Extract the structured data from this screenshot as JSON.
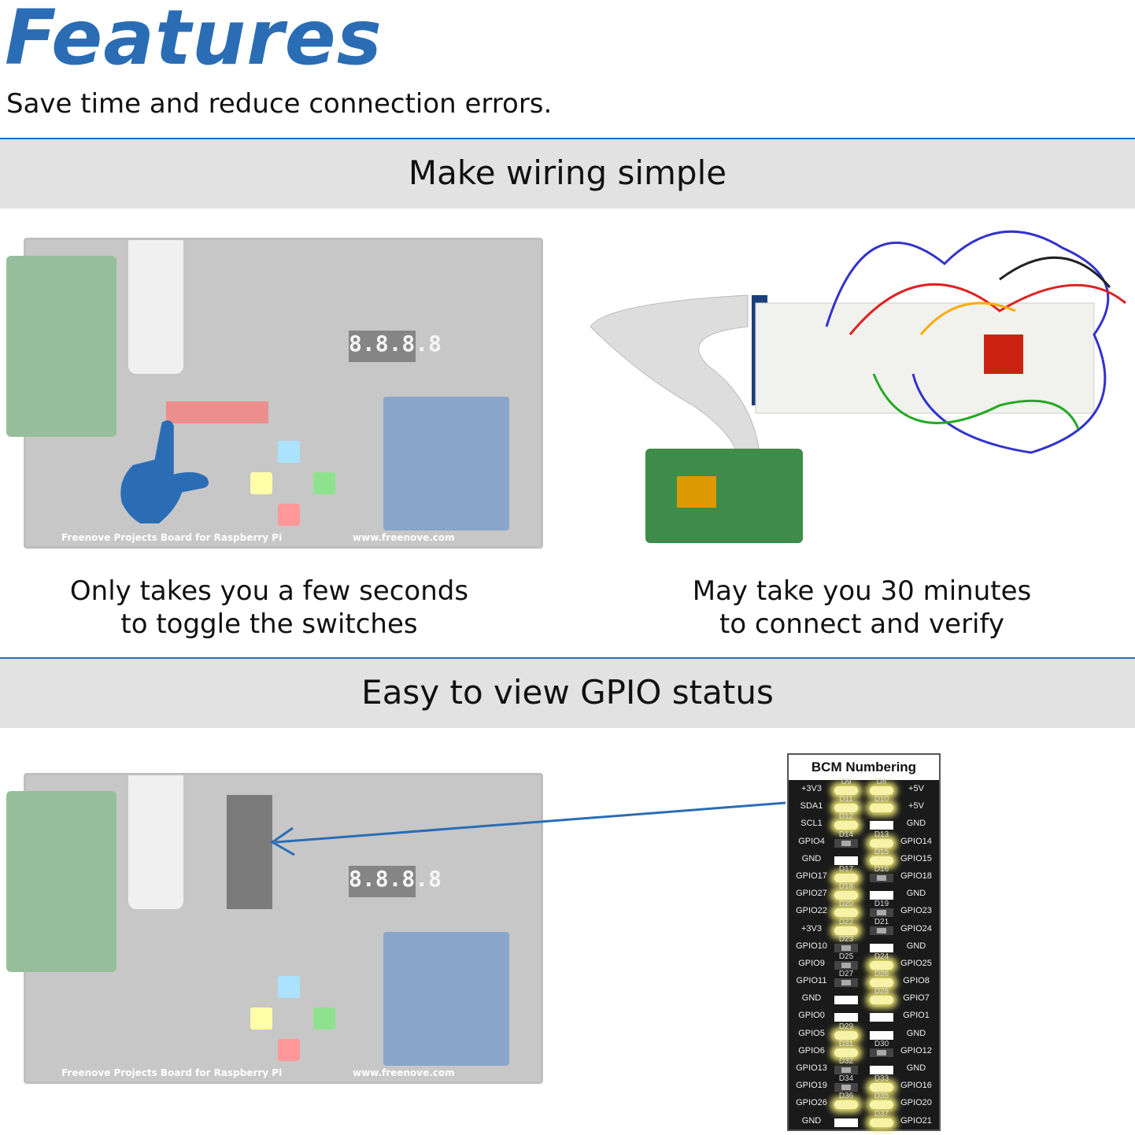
{
  "header": {
    "title": "Features",
    "subtitle": "Save time and reduce connection errors."
  },
  "section1": {
    "heading": "Make wiring simple",
    "left_caption": [
      "Only takes you a few seconds",
      "to toggle the switches"
    ],
    "right_caption": [
      "May take you 30 minutes",
      "to connect and verify"
    ]
  },
  "section2": {
    "heading": "Easy to view GPIO status"
  },
  "board": {
    "name": "Freenove Projects Board for Raspberry Pi",
    "url": "www.freenove.com",
    "display": "8.8.8.8"
  },
  "colors": {
    "accent": "#2a6db5",
    "band": "#e2e2e2",
    "led_on": "#f6f2a8"
  },
  "bcm": {
    "title": "BCM Numbering",
    "rows": [
      {
        "left": "+3V3",
        "ll": "D9",
        "ls": "on",
        "rl": "D8",
        "rs": "on",
        "right": "+5V"
      },
      {
        "left": "SDA1",
        "ll": "D11",
        "ls": "on",
        "rl": "D10",
        "rs": "on",
        "right": "+5V"
      },
      {
        "left": "SCL1",
        "ll": "D12",
        "ls": "on",
        "rl": "",
        "rs": "white",
        "right": "GND"
      },
      {
        "left": "GPIO4",
        "ll": "D14",
        "ls": "off",
        "rl": "D13",
        "rs": "on",
        "right": "GPIO14"
      },
      {
        "left": "GND",
        "ll": "",
        "ls": "white",
        "rl": "D15",
        "rs": "on",
        "right": "GPIO15"
      },
      {
        "left": "GPIO17",
        "ll": "D17",
        "ls": "on",
        "rl": "D16",
        "rs": "off",
        "right": "GPIO18"
      },
      {
        "left": "GPIO27",
        "ll": "D18",
        "ls": "on",
        "rl": "",
        "rs": "white",
        "right": "GND"
      },
      {
        "left": "GPIO22",
        "ll": "D20",
        "ls": "on",
        "rl": "D19",
        "rs": "off",
        "right": "GPIO23"
      },
      {
        "left": "+3V3",
        "ll": "D22",
        "ls": "on",
        "rl": "D21",
        "rs": "off",
        "right": "GPIO24"
      },
      {
        "left": "GPIO10",
        "ll": "D23",
        "ls": "off",
        "rl": "",
        "rs": "white",
        "right": "GND"
      },
      {
        "left": "GPIO9",
        "ll": "D25",
        "ls": "off",
        "rl": "D24",
        "rs": "on",
        "right": "GPIO25"
      },
      {
        "left": "GPIO11",
        "ll": "D27",
        "ls": "off",
        "rl": "D26",
        "rs": "on",
        "right": "GPIO8"
      },
      {
        "left": "GND",
        "ll": "",
        "ls": "white",
        "rl": "D28",
        "rs": "on",
        "right": "GPIO7"
      },
      {
        "left": "GPIO0",
        "ll": "",
        "ls": "white",
        "rl": "",
        "rs": "white",
        "right": "GPIO1"
      },
      {
        "left": "GPIO5",
        "ll": "D29",
        "ls": "on",
        "rl": "",
        "rs": "white",
        "right": "GND"
      },
      {
        "left": "GPIO6",
        "ll": "D31",
        "ls": "on",
        "rl": "D30",
        "rs": "off",
        "right": "GPIO12"
      },
      {
        "left": "GPIO13",
        "ll": "D32",
        "ls": "off",
        "rl": "",
        "rs": "white",
        "right": "GND"
      },
      {
        "left": "GPIO19",
        "ll": "D34",
        "ls": "off",
        "rl": "D33",
        "rs": "on",
        "right": "GPIO16"
      },
      {
        "left": "GPIO26",
        "ll": "D36",
        "ls": "on",
        "rl": "D35",
        "rs": "on",
        "right": "GPIO20"
      },
      {
        "left": "GND",
        "ll": "",
        "ls": "white",
        "rl": "D37",
        "rs": "on",
        "right": "GPIO21"
      }
    ]
  }
}
